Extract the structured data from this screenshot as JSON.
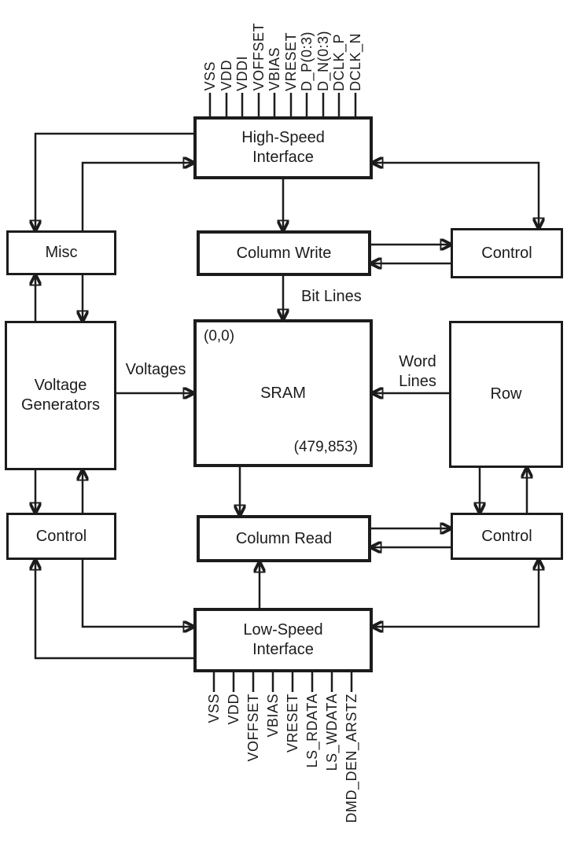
{
  "diagram": {
    "blocks": {
      "hsi": {
        "label": "High-Speed Interface"
      },
      "misc": {
        "label": "Misc"
      },
      "column_write": {
        "label": "Column Write"
      },
      "control_tr": {
        "label": "Control"
      },
      "voltage_generators": {
        "label": "Voltage Generators"
      },
      "sram": {
        "label": "SRAM",
        "corner_top_left": "(0,0)",
        "corner_bottom_right": "(479,853)"
      },
      "row": {
        "label": "Row"
      },
      "control_bl": {
        "label": "Control"
      },
      "column_read": {
        "label": "Column Read"
      },
      "control_br": {
        "label": "Control"
      },
      "lsi": {
        "label": "Low-Speed Interface"
      }
    },
    "edge_labels": {
      "bit_lines": "Bit Lines",
      "voltages": "Voltages",
      "word_lines": "Word Lines"
    },
    "pins": {
      "top": [
        "VSS",
        "VDD",
        "VDDI",
        "VOFFSET",
        "VBIAS",
        "VRESET",
        "D_P(0:3)",
        "D_N(0:3)",
        "DCLK_P",
        "DCLK_N"
      ],
      "bottom": [
        "VSS",
        "VDD",
        "VOFFSET",
        "VBIAS",
        "VRESET",
        "LS_RDATA",
        "LS_WDATA",
        "DMD_DEN_ARSTZ"
      ]
    },
    "colors": {
      "line": "#1c1c1c",
      "background": "#ffffff",
      "text": "#1c1c1c"
    }
  }
}
